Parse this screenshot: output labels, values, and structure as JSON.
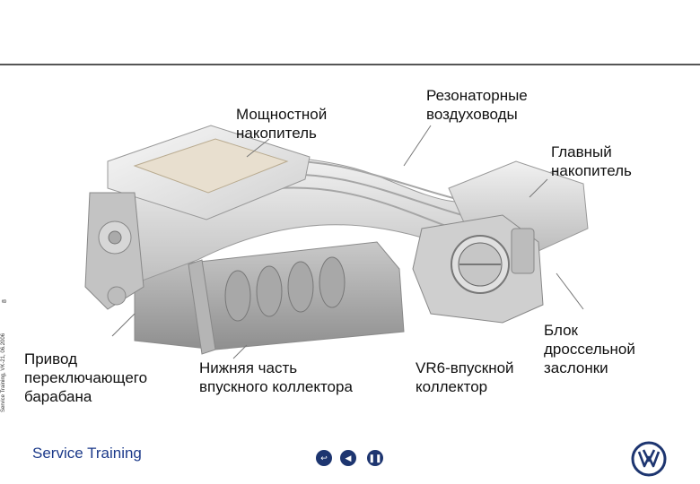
{
  "slide": {
    "vertical_footer": "Service Training, VK-21, 06.2006",
    "page_number": "8",
    "brand_text": "Service Training"
  },
  "labels": {
    "power_plenum": "Мощностной\nнакопитель",
    "resonance_ducts": "Резонаторные\nвоздуховоды",
    "main_plenum": "Главный\nнакопитель",
    "throttle_unit": "Блок\nдроссельной\nзаслонки",
    "vr6_manifold": "VR6-впускной\nколлектор",
    "lower_manifold": "Нижняя часть\nвпускного коллектора",
    "drum_drive": "Привод\nпереключающего\nбарабана"
  },
  "nav": {
    "icons": [
      "back-icon",
      "previous-icon",
      "pause-icon"
    ]
  },
  "colors": {
    "brand_blue": "#1c3a8a",
    "nav_blue": "#1d3570",
    "part_gray": "#d6d6d6"
  }
}
